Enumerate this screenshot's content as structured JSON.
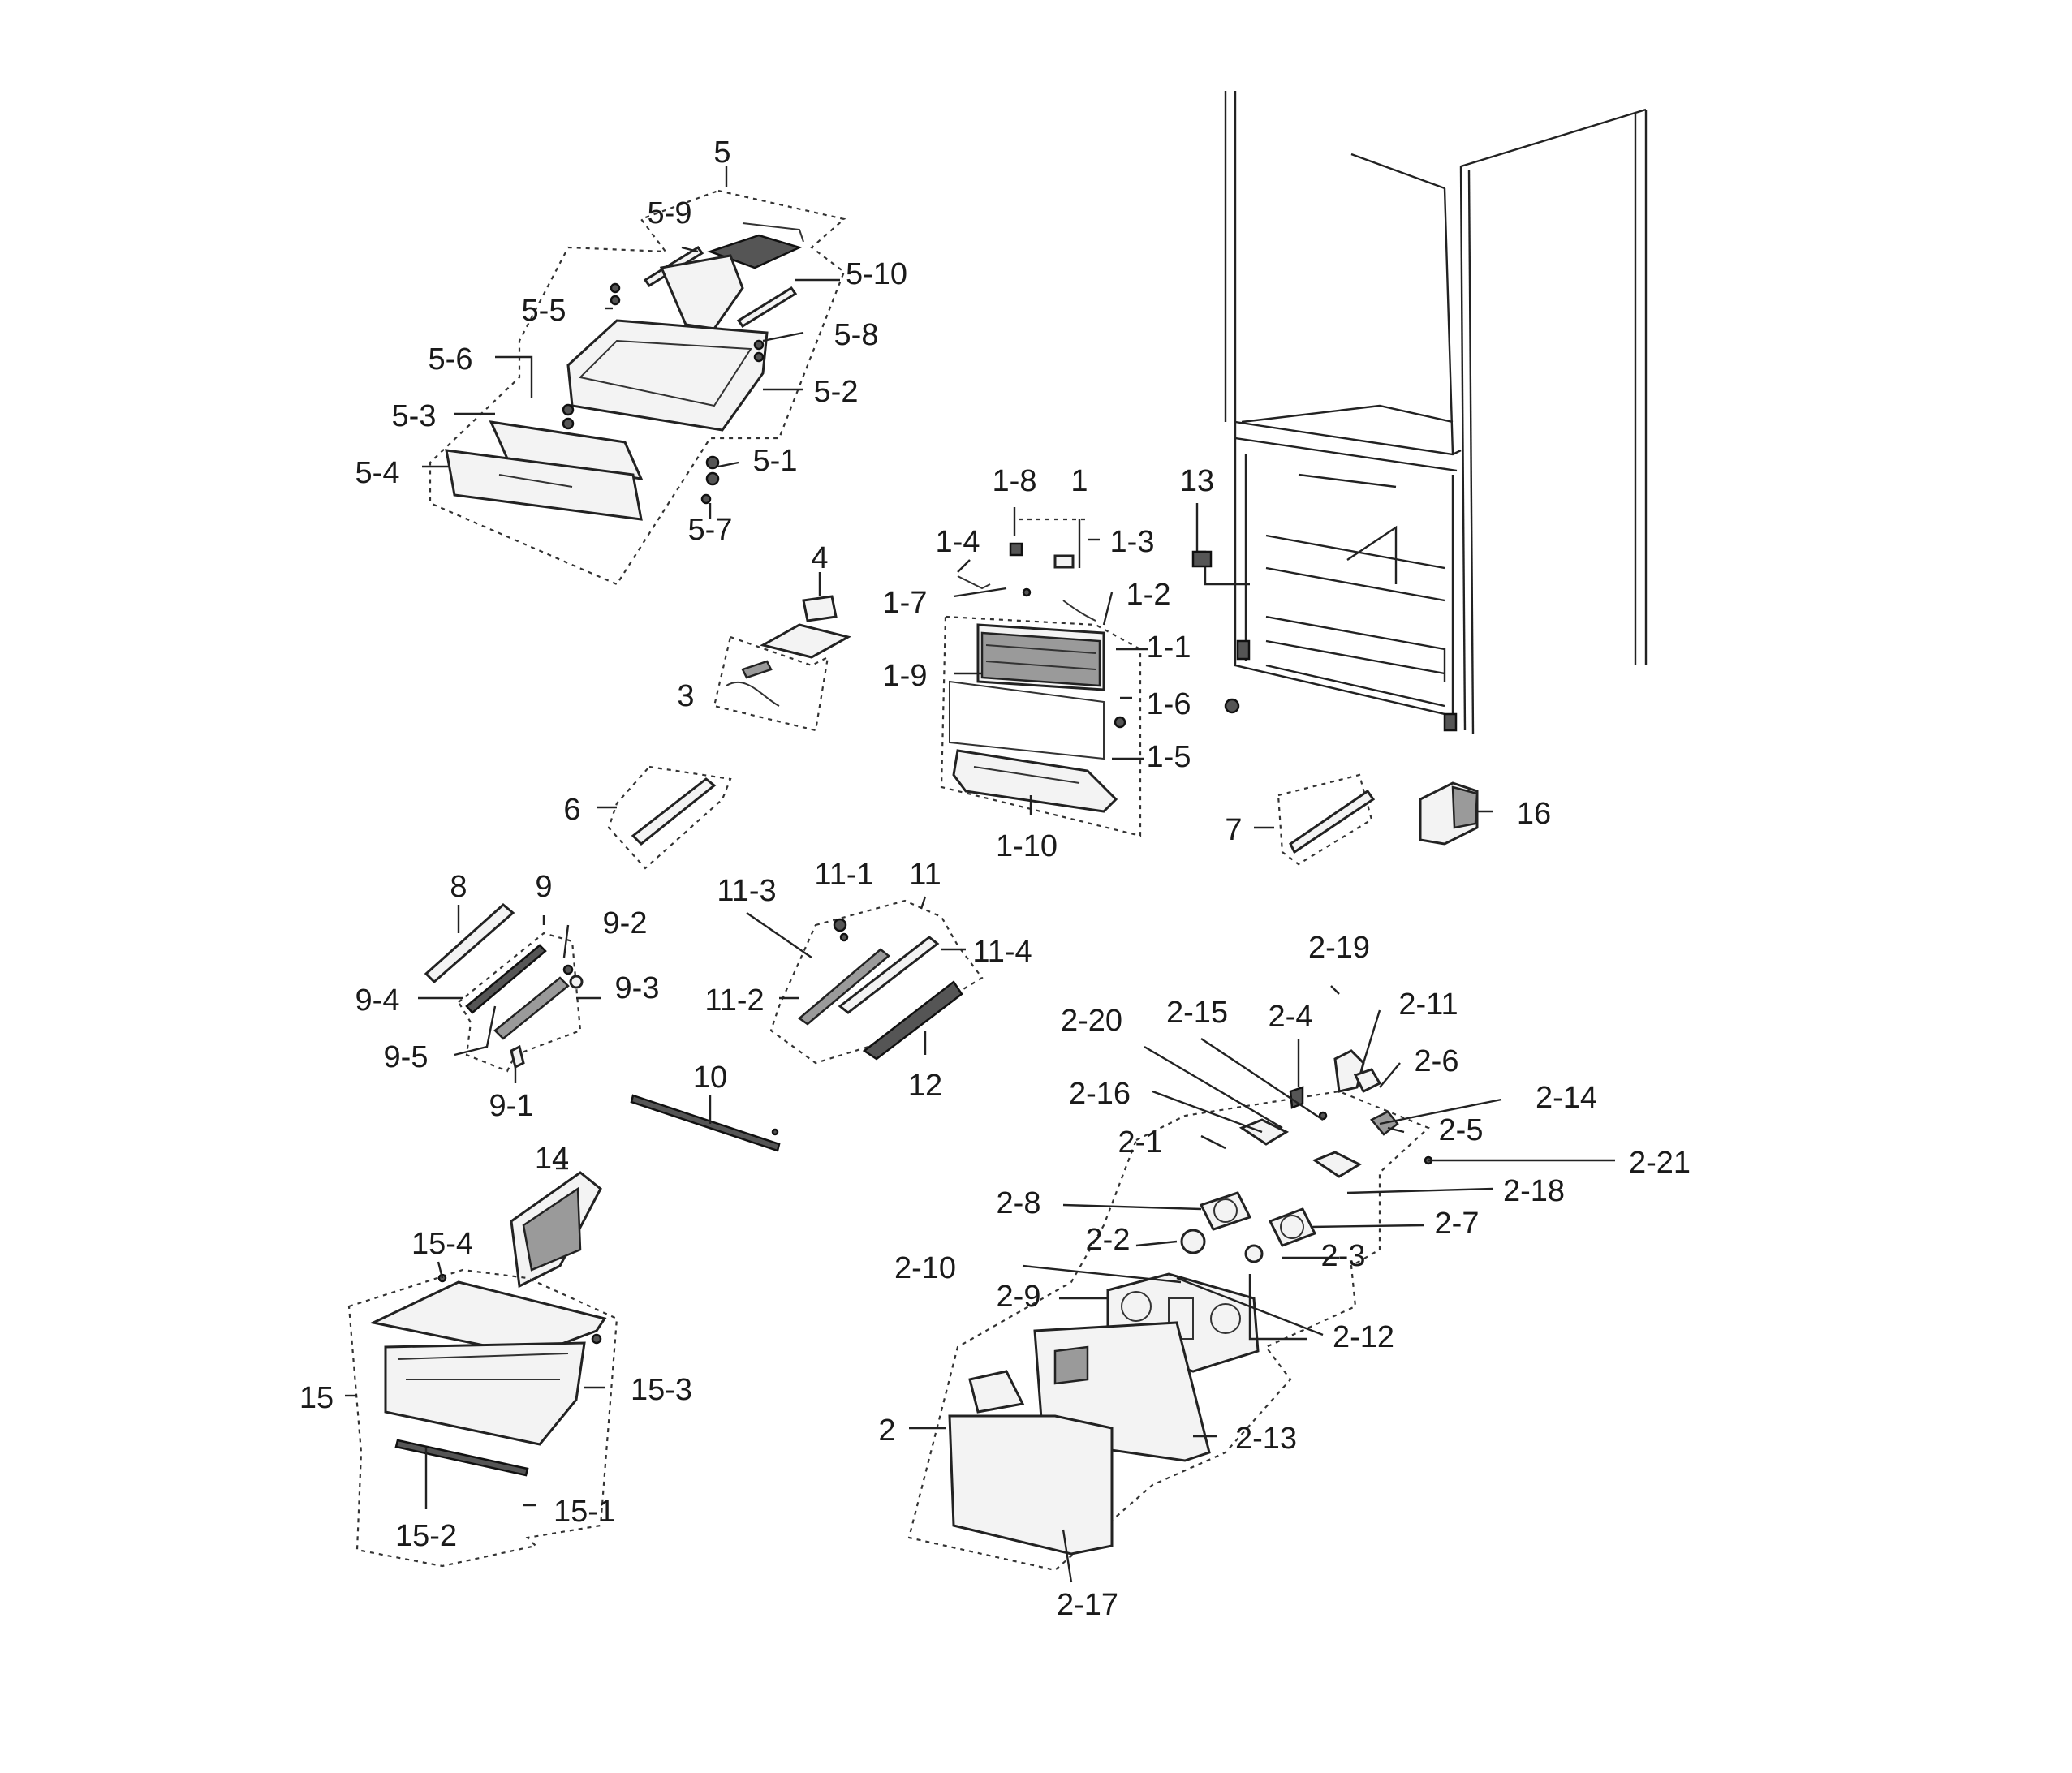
{
  "labels": [
    {
      "id": "5",
      "text": "5"
    },
    {
      "id": "5-9",
      "text": "5-9"
    },
    {
      "id": "5-10",
      "text": "5-10"
    },
    {
      "id": "5-5",
      "text": "5-5"
    },
    {
      "id": "5-8",
      "text": "5-8"
    },
    {
      "id": "5-6",
      "text": "5-6"
    },
    {
      "id": "5-2",
      "text": "5-2"
    },
    {
      "id": "5-3",
      "text": "5-3"
    },
    {
      "id": "5-1",
      "text": "5-1"
    },
    {
      "id": "5-4",
      "text": "5-4"
    },
    {
      "id": "5-7",
      "text": "5-7"
    },
    {
      "id": "4",
      "text": "4"
    },
    {
      "id": "3",
      "text": "3"
    },
    {
      "id": "1-8",
      "text": "1-8"
    },
    {
      "id": "1",
      "text": "1"
    },
    {
      "id": "1-4",
      "text": "1-4"
    },
    {
      "id": "1-3",
      "text": "1-3"
    },
    {
      "id": "1-7",
      "text": "1-7"
    },
    {
      "id": "1-2",
      "text": "1-2"
    },
    {
      "id": "1-1",
      "text": "1-1"
    },
    {
      "id": "1-9",
      "text": "1-9"
    },
    {
      "id": "1-6",
      "text": "1-6"
    },
    {
      "id": "1-5",
      "text": "1-5"
    },
    {
      "id": "1-10",
      "text": "1-10"
    },
    {
      "id": "13",
      "text": "13"
    },
    {
      "id": "6",
      "text": "6"
    },
    {
      "id": "7",
      "text": "7"
    },
    {
      "id": "16",
      "text": "16"
    },
    {
      "id": "8",
      "text": "8"
    },
    {
      "id": "9",
      "text": "9"
    },
    {
      "id": "9-2",
      "text": "9-2"
    },
    {
      "id": "9-4",
      "text": "9-4"
    },
    {
      "id": "9-3",
      "text": "9-3"
    },
    {
      "id": "9-5",
      "text": "9-5"
    },
    {
      "id": "9-1",
      "text": "9-1"
    },
    {
      "id": "11-3",
      "text": "11-3"
    },
    {
      "id": "11-1",
      "text": "11-1"
    },
    {
      "id": "11",
      "text": "11"
    },
    {
      "id": "11-4",
      "text": "11-4"
    },
    {
      "id": "11-2",
      "text": "11-2"
    },
    {
      "id": "12",
      "text": "12"
    },
    {
      "id": "10",
      "text": "10"
    },
    {
      "id": "14",
      "text": "14"
    },
    {
      "id": "15-4",
      "text": "15-4"
    },
    {
      "id": "15",
      "text": "15"
    },
    {
      "id": "15-3",
      "text": "15-3"
    },
    {
      "id": "15-1",
      "text": "15-1"
    },
    {
      "id": "15-2",
      "text": "15-2"
    },
    {
      "id": "2-19",
      "text": "2-19"
    },
    {
      "id": "2-20",
      "text": "2-20"
    },
    {
      "id": "2-15",
      "text": "2-15"
    },
    {
      "id": "2-4",
      "text": "2-4"
    },
    {
      "id": "2-11",
      "text": "2-11"
    },
    {
      "id": "2-6",
      "text": "2-6"
    },
    {
      "id": "2-16",
      "text": "2-16"
    },
    {
      "id": "2-14",
      "text": "2-14"
    },
    {
      "id": "2-1",
      "text": "2-1"
    },
    {
      "id": "2-5",
      "text": "2-5"
    },
    {
      "id": "2-21",
      "text": "2-21"
    },
    {
      "id": "2-18",
      "text": "2-18"
    },
    {
      "id": "2-8",
      "text": "2-8"
    },
    {
      "id": "2-7",
      "text": "2-7"
    },
    {
      "id": "2-2",
      "text": "2-2"
    },
    {
      "id": "2-3",
      "text": "2-3"
    },
    {
      "id": "2-10",
      "text": "2-10"
    },
    {
      "id": "2-9",
      "text": "2-9"
    },
    {
      "id": "2-12",
      "text": "2-12"
    },
    {
      "id": "2",
      "text": "2"
    },
    {
      "id": "2-13",
      "text": "2-13"
    },
    {
      "id": "2-17",
      "text": "2-17"
    }
  ]
}
